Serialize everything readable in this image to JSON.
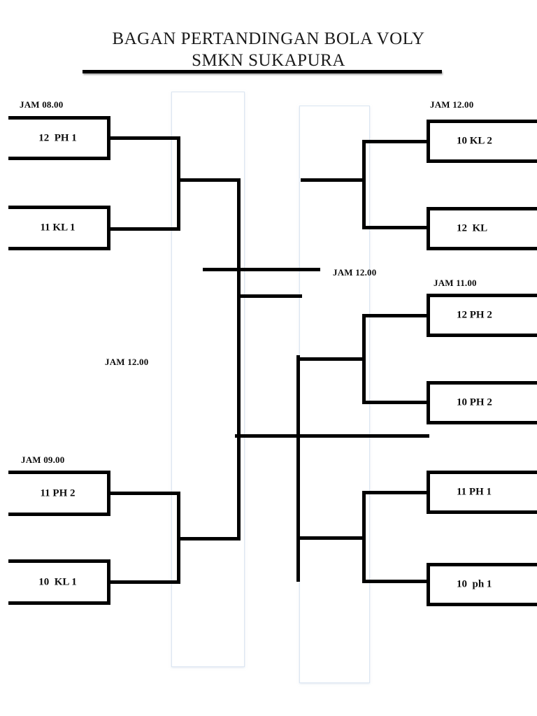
{
  "title": {
    "line1": "BAGAN PERTANDINGAN BOLA VOLY",
    "line2": "SMKN SUKAPURA"
  },
  "colors": {
    "line": "#000000",
    "text": "#0d0d0d",
    "ghost_border": "#dbe5f1",
    "background": "#ffffff"
  },
  "time_labels": [
    {
      "id": "jam-top-left",
      "text": "JAM 08.00"
    },
    {
      "id": "jam-top-right",
      "text": "JAM 12.00"
    },
    {
      "id": "jam-center-right",
      "text": "JAM 12.00"
    },
    {
      "id": "jam-mid-right",
      "text": "JAM 11.00"
    },
    {
      "id": "jam-center-left",
      "text": "JAM 12.00"
    },
    {
      "id": "jam-bottom-left",
      "text": "JAM 09.00"
    }
  ],
  "matches": {
    "left": [
      {
        "id": "team-12-ph-1",
        "label": "12  PH 1",
        "time": "JAM 08.00"
      },
      {
        "id": "team-11-kl-1",
        "label": "11 KL 1",
        "time": "JAM 08.00"
      },
      {
        "id": "team-11-ph-2",
        "label": "11 PH 2",
        "time": "JAM 09.00"
      },
      {
        "id": "team-10-kl-1",
        "label": "10  KL 1",
        "time": "JAM 09.00"
      }
    ],
    "right": [
      {
        "id": "team-10-kl-2",
        "label": "10 KL 2",
        "time": "JAM 12.00"
      },
      {
        "id": "team-12-kl",
        "label": "12  KL",
        "time": "JAM 12.00"
      },
      {
        "id": "team-12-ph-2",
        "label": "12 PH 2",
        "time": "JAM 11.00"
      },
      {
        "id": "team-10-ph-2",
        "label": "10 PH 2",
        "time": "JAM 11.00"
      },
      {
        "id": "team-11-ph-1",
        "label": "11 PH 1",
        "time": ""
      },
      {
        "id": "team-10-ph-1",
        "label": "10  ph 1",
        "time": ""
      }
    ]
  }
}
